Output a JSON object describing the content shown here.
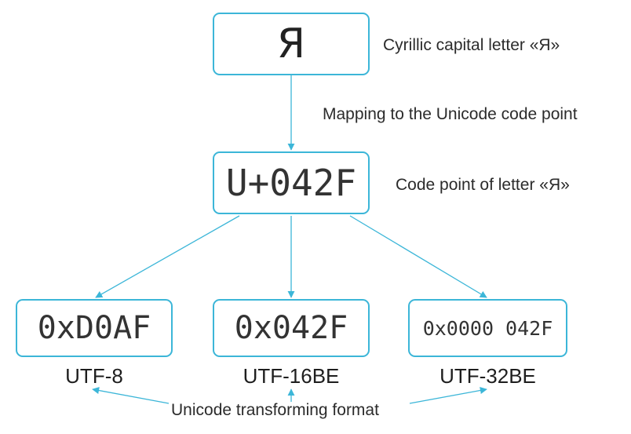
{
  "letter": {
    "glyph": "Я",
    "caption": "Cyrillic capital letter «Я»"
  },
  "mapping": {
    "caption": "Mapping to the Unicode code point"
  },
  "code_point": {
    "value": "U+042F",
    "caption": "Code point of letter «Я»"
  },
  "encodings": [
    {
      "value": "0xD0AF",
      "name": "UTF-8"
    },
    {
      "value": "0x042F",
      "name": "UTF-16BE"
    },
    {
      "value": "0x0000 042F",
      "name": "UTF-32BE"
    }
  ],
  "transform": {
    "caption": "Unicode transforming format"
  },
  "colors": {
    "accent": "#3cb6d8"
  }
}
